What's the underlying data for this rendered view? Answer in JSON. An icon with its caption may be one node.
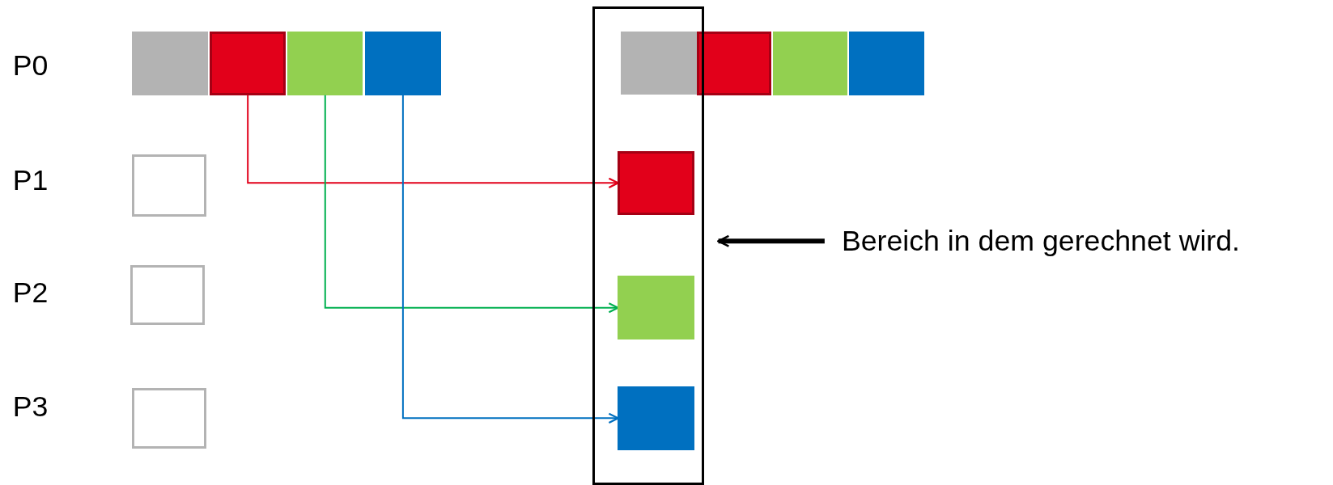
{
  "diagram": {
    "nodes": [
      {
        "text": [],
        "shape": "box"
      },
      {
        "text": [],
        "shape": "box"
      },
      {
        "text": [],
        "shape": "box"
      },
      {
        "text": [],
        "shape": "box"
      },
      {
        "text": [],
        "shape": "box"
      },
      {
        "text": [],
        "shape": "box",
        "in": 4
      },
      {
        "text": [],
        "shape": "box"
      },
      {
        "text": [],
        "shape": "box"
      },
      {
        "text": [],
        "shape": "box"
      },
      {
        "text": [],
        "shape": "box"
      },
      {
        "text": [],
        "shape": "box",
        "in": 4
      },
      {
        "text": [],
        "shape": "box"
      },
      {
        "text": [],
        "shape": "box",
        "in": 4
      },
      {
        "text": [],
        "shape": "box"
      },
      {
        "text": [],
        "shape": "box",
        "in": 4
      },
      {
        "text": [
          "Bereich in dem gerechnet wird."
        ]
      }
    ],
    "edges": [
      {
        "from": 1,
        "to": 10,
        "arrow": "to",
        "color": "#e2001a"
      },
      {
        "from": 2,
        "to": 12,
        "arrow": "to",
        "color": "#00b050"
      },
      {
        "from": 3,
        "to": 14,
        "arrow": "to",
        "color": "#0070c0"
      },
      {
        "from": 15,
        "to": 4,
        "arrow": "to",
        "style": "thick",
        "color": "#000000"
      }
    ],
    "labels": [
      "P0",
      "P1",
      "P2",
      "P3"
    ]
  }
}
